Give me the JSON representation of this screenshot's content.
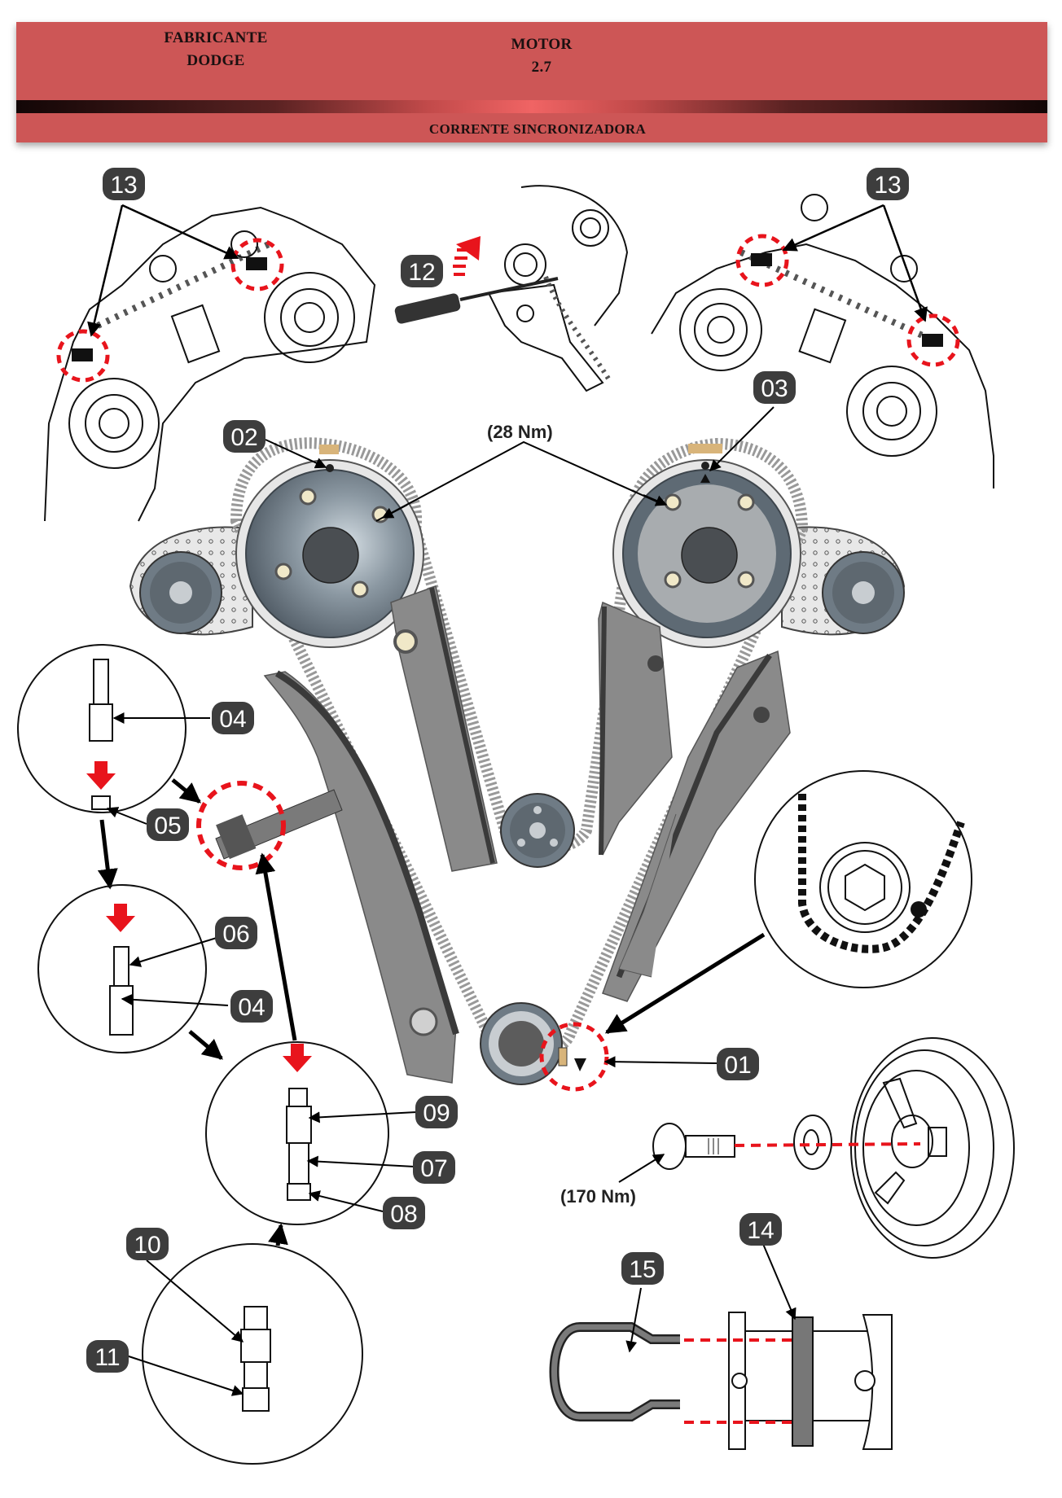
{
  "header": {
    "manufacturer_label": "FABRICANTE",
    "manufacturer_value": "DODGE",
    "engine_label": "MOTOR",
    "engine_value": "2.7",
    "section_title": "CORRENTE SINCRONIZADORA",
    "background_color": "#cd5656"
  },
  "callouts": {
    "c01": "01",
    "c02": "02",
    "c03": "03",
    "c04a": "04",
    "c04b": "04",
    "c05": "05",
    "c06": "06",
    "c07": "07",
    "c08": "08",
    "c09": "09",
    "c10": "10",
    "c11": "11",
    "c12": "12",
    "c13a": "13",
    "c13b": "13",
    "c14": "14",
    "c15": "15"
  },
  "torques": {
    "camshaft_bolts": "(28 Nm)",
    "crankshaft_bolt": "(170 Nm)"
  },
  "colors": {
    "callout_badge": "#3d3d3d",
    "highlight_red": "#e8141c",
    "sprocket_dark": "#5e6870",
    "guide_gray": "#8a8a8a"
  }
}
